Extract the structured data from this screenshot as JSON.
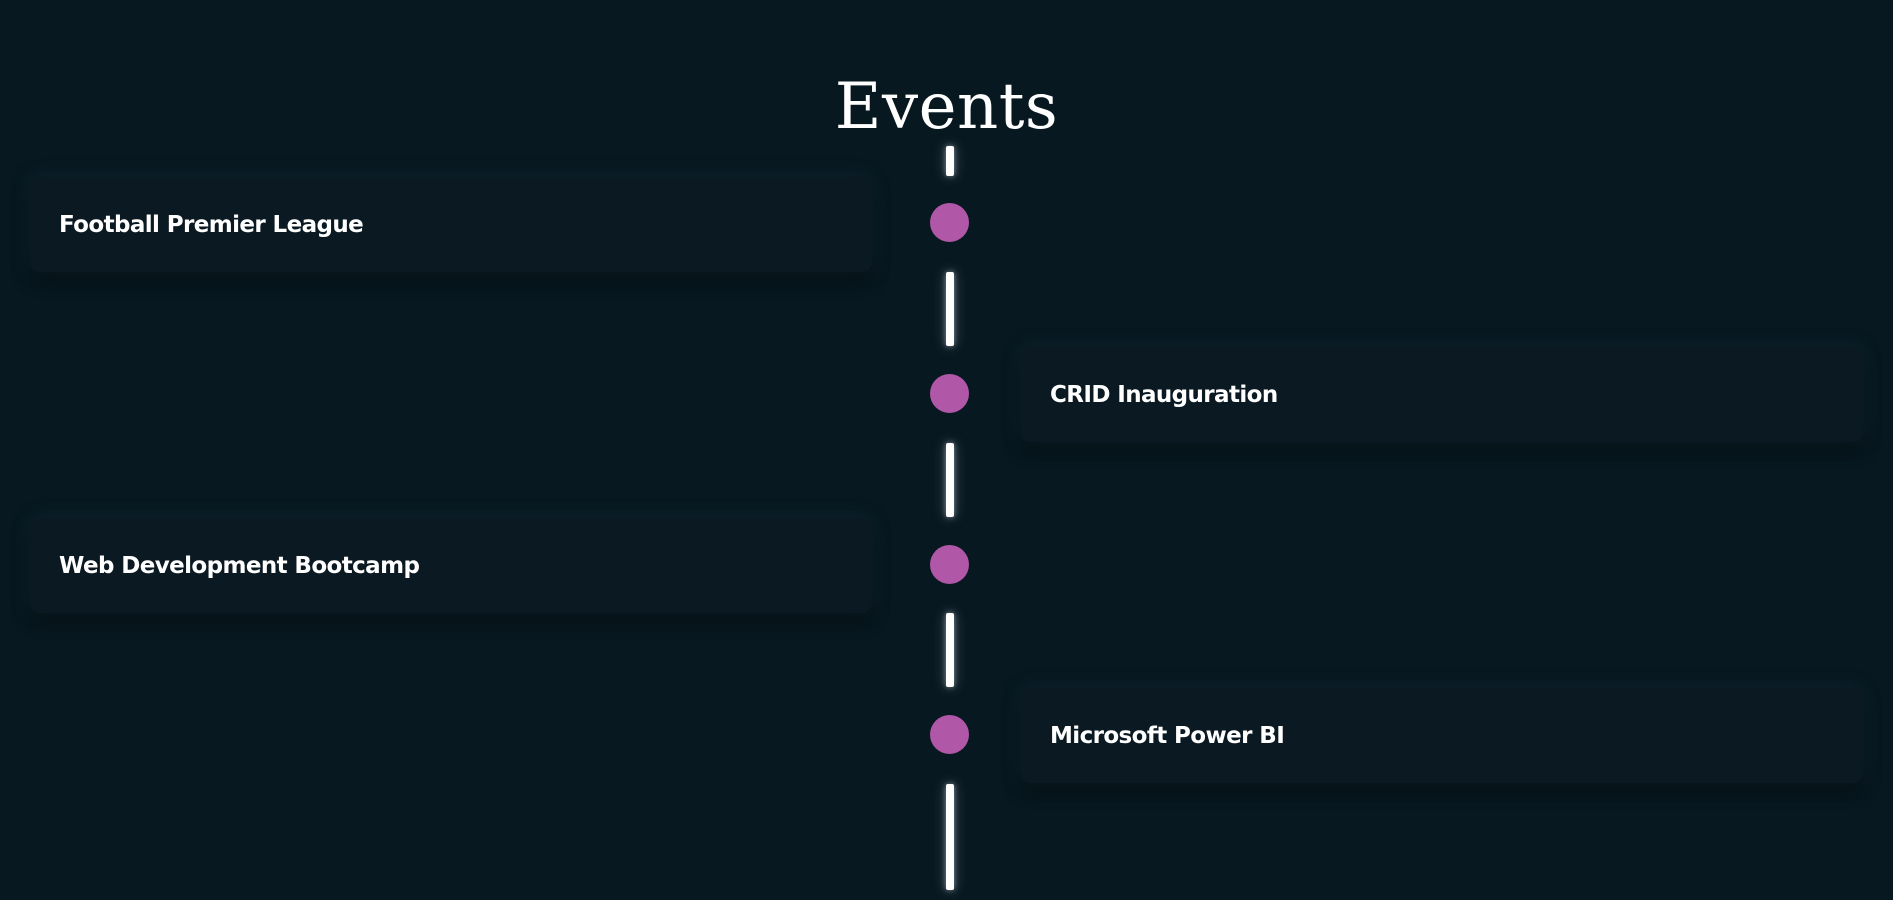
{
  "page": {
    "title": "Events"
  },
  "timeline": {
    "events": [
      {
        "label": "Football Premier League",
        "side": "left"
      },
      {
        "label": "CRID Inauguration",
        "side": "right"
      },
      {
        "label": "Web Development Bootcamp",
        "side": "left"
      },
      {
        "label": "Microsoft Power BI",
        "side": "right"
      }
    ]
  },
  "colors": {
    "background": "#081820",
    "card": "#0a1922",
    "dot": "#b057a8",
    "line": "#ffffff",
    "text": "#ffffff"
  }
}
